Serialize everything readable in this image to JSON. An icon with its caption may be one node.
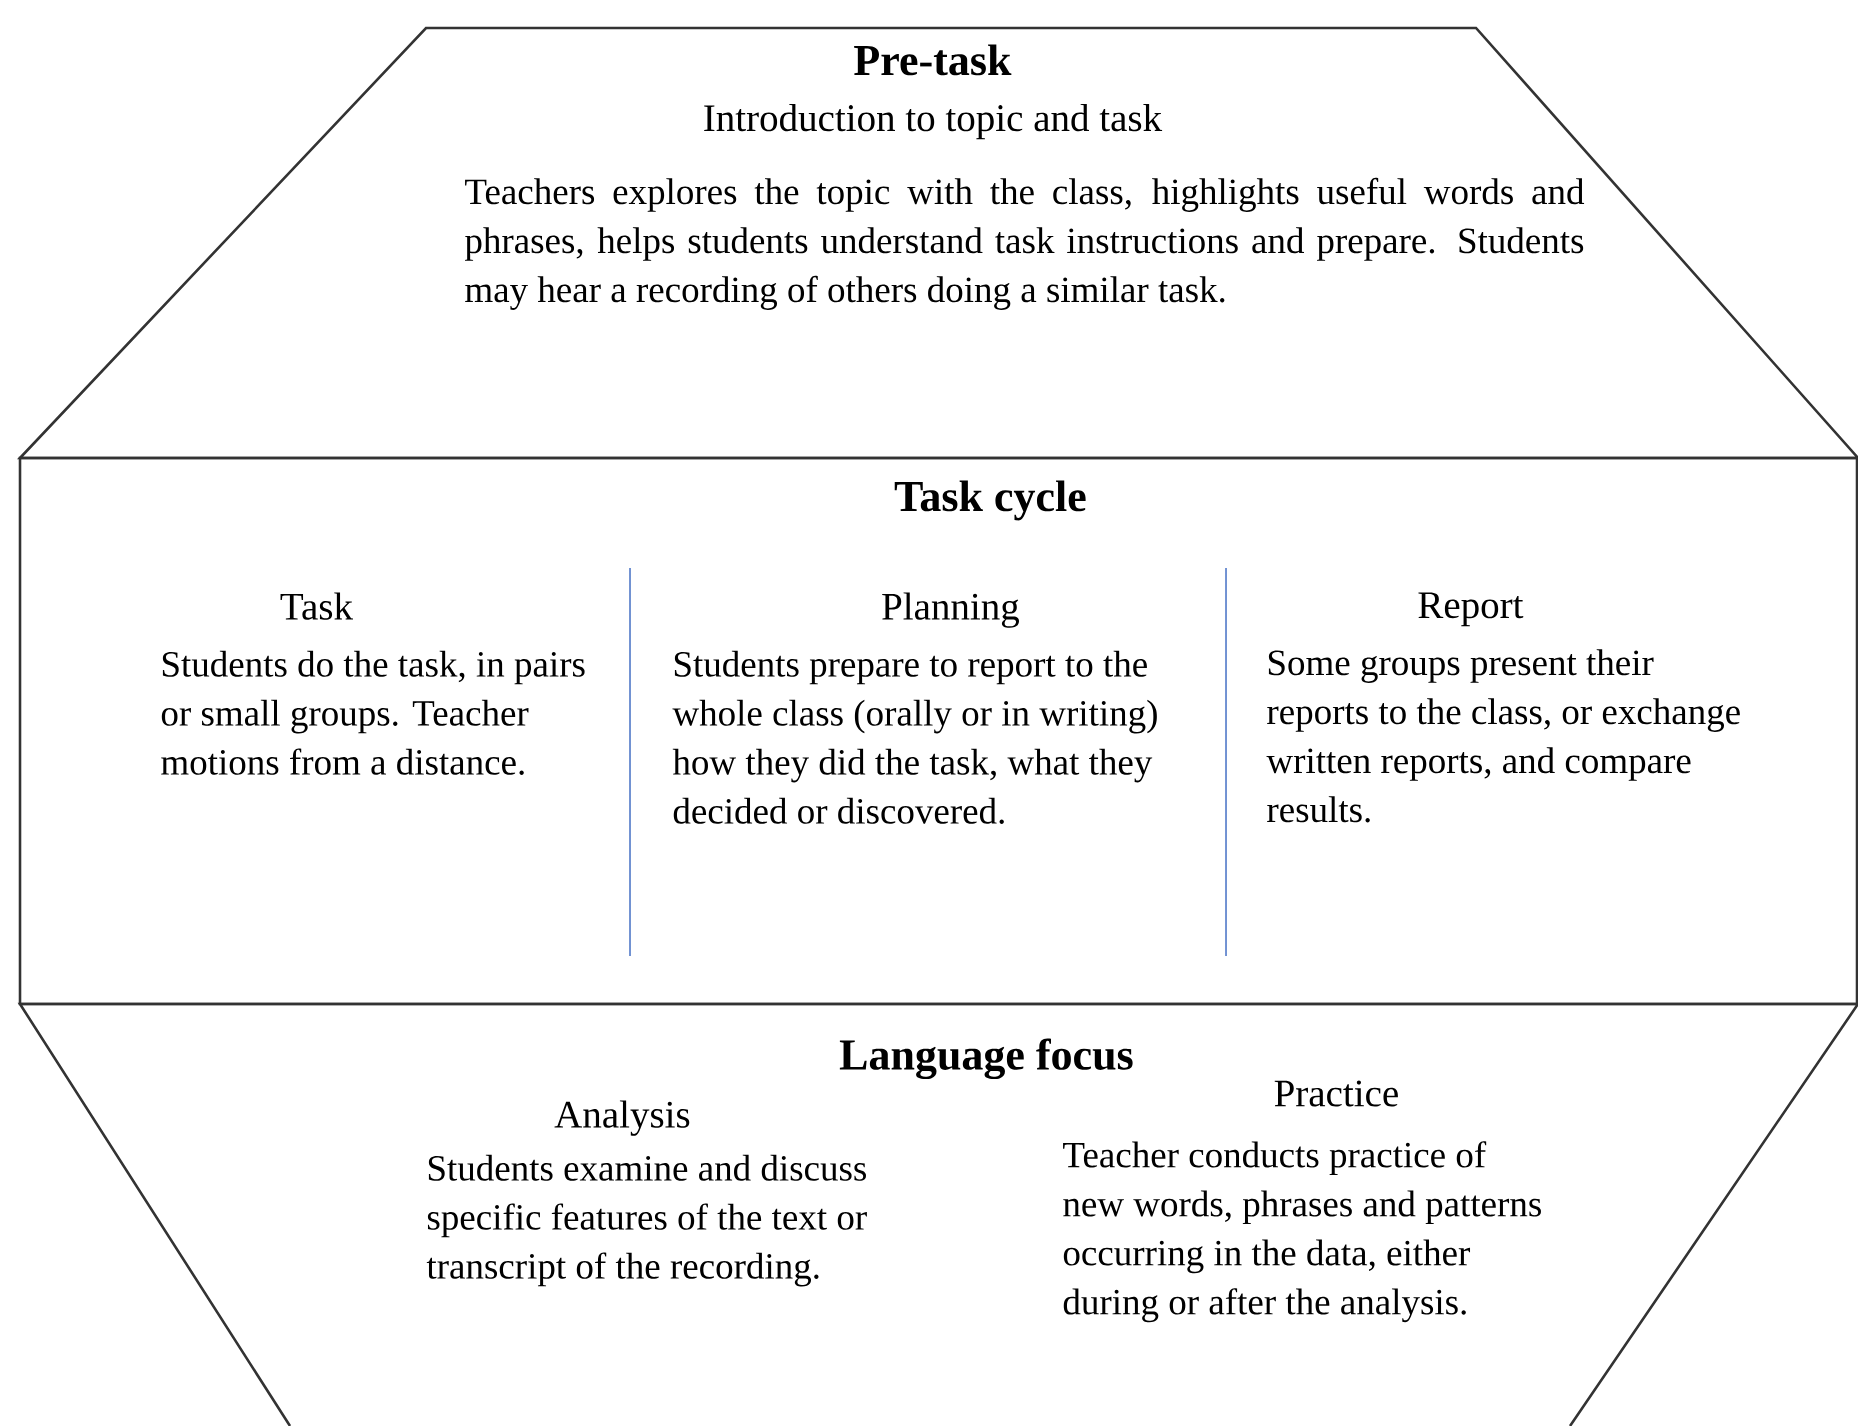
{
  "diagram": {
    "nodes": [
      {
        "text": [
          "Pre-task",
          "Introduction to topic and task",
          "Teachers explores the topic with the class, highlights useful words and phrases, helps students understand task instructions and prepare. Students may hear a recording of others doing a similar task."
        ]
      },
      {
        "text": [
          "Task cycle"
        ]
      },
      {
        "text": [
          "Task",
          "Students do the task, in pairs or small groups. Teacher motions from a distance."
        ],
        "in": 1
      },
      {
        "text": [
          "Planning",
          "Students prepare to report to the whole class (orally or in writing) how they did the task, what they decided or discovered."
        ],
        "in": 1
      },
      {
        "text": [
          "Report",
          "Some groups present their reports to the class, or exchange written reports, and compare results."
        ],
        "in": 1
      },
      {
        "text": [
          "Language focus"
        ]
      },
      {
        "text": [
          "Analysis",
          "Students examine and discuss specific features of the text or transcript of the recording."
        ],
        "in": 5
      },
      {
        "text": [
          "Practice",
          "Teacher conducts practice of new words, phrases and patterns occurring in the data, either during or after the analysis."
        ],
        "in": 5
      }
    ]
  }
}
